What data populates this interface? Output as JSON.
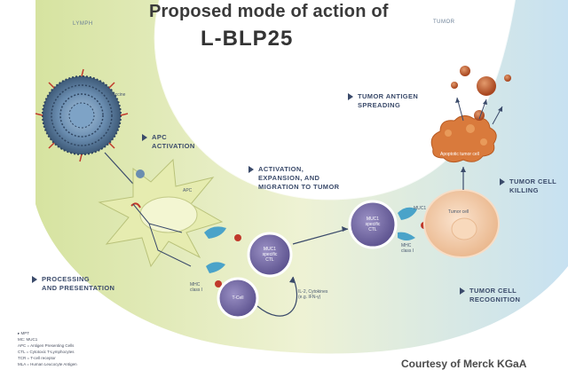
{
  "title": {
    "line1": "Proposed mode of action of",
    "line2": "L-BLP25"
  },
  "zones": {
    "left": "LYMPH",
    "right": "TUMOR"
  },
  "steps": {
    "apc_activation": [
      "APC",
      "ACTIVATION"
    ],
    "activation_expansion": [
      "ACTIVATION,",
      "EXPANSION, AND",
      "MIGRATION TO TUMOR"
    ],
    "tumor_antigen_spreading": [
      "TUMOR ANTIGEN",
      "SPREADING"
    ],
    "tumor_cell_killing": [
      "TUMOR CELL",
      "KILLING"
    ],
    "processing_presentation": [
      "PROCESSING",
      "AND PRESENTATION"
    ],
    "tumor_cell_recognition": [
      "TUMOR CELL",
      "RECOGNITION"
    ]
  },
  "small_labels": {
    "vaccine": "Vaccine",
    "apc": "APC",
    "tumor_cell": "Tumor cell",
    "apoptotic_tumor_cell": "Apoptotic tumor cell",
    "cytokines": [
      "IL-2, Cytokines",
      "(e.g. IFN-γ)"
    ],
    "t_cell": "T-Cell",
    "mhc_left": [
      "MHC",
      "class I"
    ],
    "mhc_right": [
      "MHC",
      "class I"
    ],
    "muc1": "MUC1"
  },
  "cells": {
    "ctl_a": [
      "MUC1",
      "specific",
      "CTL"
    ],
    "ctl_b": [
      "MUC1",
      "specific",
      "CTL"
    ]
  },
  "legend": [
    "▸ MPT",
    "MC: MUC1",
    "APC = Antigen Presenting Cells",
    "CTL = Cytotoxic T-Lymphocytes",
    "TCR = T-cell receptor",
    "MLA = Human Leucocyte Antigen"
  ],
  "courtesy": "Courtesy of Merck KGaA",
  "colors": {
    "band_left": "#d9e6a8",
    "band_mid": "#eef2d8",
    "band_right": "#cfe6f3",
    "ctl_cell": "#7b6fa8",
    "apc_cell": "#e9eeb6",
    "tumor_cell": "#f2c9a3",
    "apoptotic": "#d9783a"
  }
}
